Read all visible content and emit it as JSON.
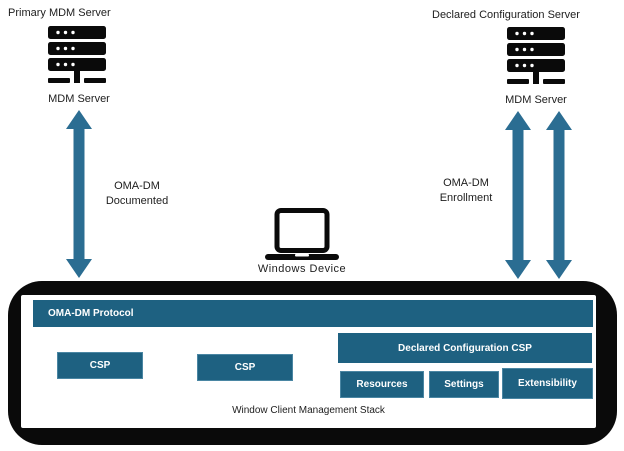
{
  "colors": {
    "box_teal": "#1E6181",
    "arrow_teal": "#2B6D92",
    "outline_black": "#0A0A0A",
    "text_dark": "#1d1d1d",
    "text_white": "#ffffff"
  },
  "icons": {
    "server": "server-rack-icon",
    "device": "laptop-icon",
    "connection": "double-headed-vertical-arrow"
  },
  "servers": {
    "primary": {
      "title": "Primary MDM Server",
      "label": "MDM Server"
    },
    "declared": {
      "title": "Declared Configuration Server",
      "label": "MDM Server"
    }
  },
  "connections": {
    "documented": {
      "line1": "OMA-DM",
      "line2": "Documented"
    },
    "enrollment": {
      "line1": "OMA-DM",
      "line2": "Enrollment"
    }
  },
  "device": {
    "label": "Windows Device"
  },
  "stack": {
    "protocol": "OMA-DM Protocol",
    "csp_left": "CSP",
    "csp_middle": "CSP",
    "declared_csp": "Declared Configuration CSP",
    "resources": "Resources",
    "settings": "Settings",
    "extensibility": "Extensibility",
    "caption": "Window Client Management Stack"
  }
}
